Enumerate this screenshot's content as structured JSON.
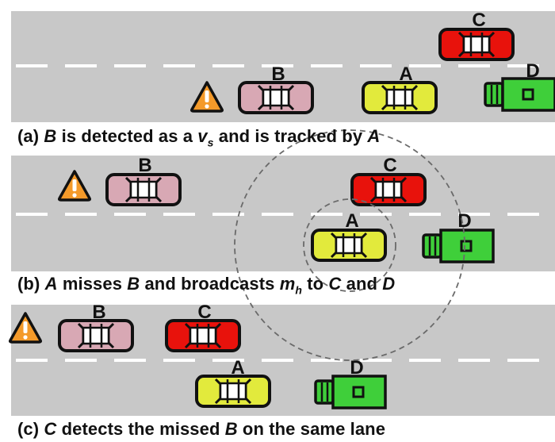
{
  "panels": [
    {
      "caption_prefix": "(a) ",
      "caption_parts": [
        {
          "text": "B",
          "italic": true
        },
        {
          "text": " is detected as a ",
          "italic": false
        },
        {
          "text": "v",
          "italic": true,
          "sub": "s"
        },
        {
          "text": " and is tracked by ",
          "italic": false
        },
        {
          "text": "A",
          "italic": true
        }
      ]
    },
    {
      "caption_prefix": "(b) ",
      "caption_parts": [
        {
          "text": "A",
          "italic": true
        },
        {
          "text": " misses ",
          "italic": false
        },
        {
          "text": "B",
          "italic": true
        },
        {
          "text": " and broadcasts ",
          "italic": false
        },
        {
          "text": "m",
          "italic": true,
          "sub": "h"
        },
        {
          "text": " to ",
          "italic": false
        },
        {
          "text": "C",
          "italic": true
        },
        {
          "text": " and ",
          "italic": false
        },
        {
          "text": "D",
          "italic": true
        }
      ]
    },
    {
      "caption_prefix": "(c) ",
      "caption_parts": [
        {
          "text": "C",
          "italic": true
        },
        {
          "text": " detects the missed ",
          "italic": false
        },
        {
          "text": "B",
          "italic": true
        },
        {
          "text": " on the same lane",
          "italic": false
        }
      ]
    }
  ],
  "vehicle_labels": {
    "a": "A",
    "b": "B",
    "c": "C",
    "d": "D"
  },
  "warning_symbol": "!",
  "colors": {
    "road": "#c8c8c8",
    "lane_dash": "#ffffff",
    "car_b": "#d8a8b4",
    "car_c": "#e8120c",
    "car_a": "#e2ea3c",
    "truck_d": "#3fcf3a",
    "warning": "#f49a2a",
    "range_circle": "#6a6a6a"
  },
  "icons": [
    "warning-icon",
    "car-icon",
    "truck-icon"
  ]
}
